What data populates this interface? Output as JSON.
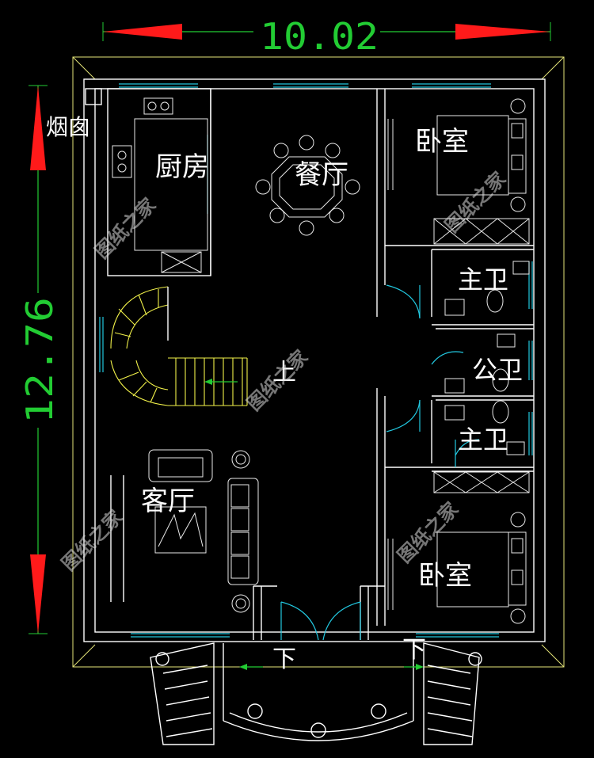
{
  "dimensions": {
    "width": "10.02",
    "depth": "12.76"
  },
  "rooms": {
    "chimney": "烟囱",
    "kitchen": "厨房",
    "dining": "餐厅",
    "bedroom_top": "卧室",
    "master_bath_top": "主卫",
    "public_bath": "公卫",
    "master_bath_bottom": "主卫",
    "living": "客厅",
    "bedroom_bottom": "卧室"
  },
  "stairs": {
    "up": "上",
    "down_left": "下",
    "down_right": "下"
  },
  "watermark": "图纸之家",
  "colors": {
    "background": "#000000",
    "walls": "#ffffff",
    "dimension_text": "#22cc33",
    "arrows": "#ff1a1a",
    "windows": "#22c8e0",
    "stairs": "#f2f24a",
    "outer_frame": "#e6e67a"
  }
}
